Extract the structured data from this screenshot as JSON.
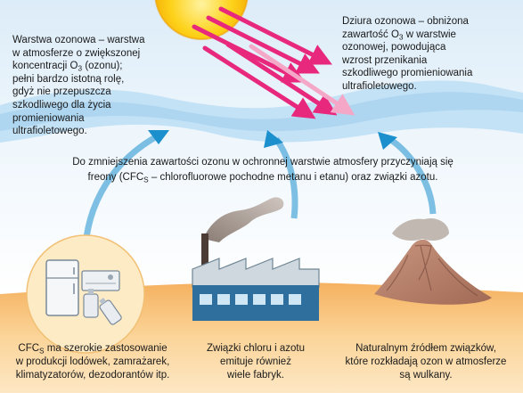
{
  "left_note": {
    "lines": [
      {
        "text": "Warstwa ozonowa – warstwa"
      },
      {
        "text": "w atmosferze o zwiększonej"
      },
      {
        "text": "koncentracji O",
        "sub": "3",
        "after": " (ozonu);"
      },
      {
        "text": "pełni bardzo istotną rolę,"
      },
      {
        "text": "gdyż nie przepuszcza"
      },
      {
        "text": "szkodliwego dla życia"
      },
      {
        "text": "promieniowania"
      },
      {
        "text": "ultrafioletowego."
      }
    ]
  },
  "right_note": {
    "lines": [
      {
        "text": "Dziura ozonowa – obniżona"
      },
      {
        "text": "zawartość O",
        "sub": "3",
        "after": " w warstwie"
      },
      {
        "text": "ozonowej, powodująca"
      },
      {
        "text": "wzrost przenikania"
      },
      {
        "text": "szkodliwego promieniowania"
      },
      {
        "text": "ultrafioletowego."
      }
    ]
  },
  "center_note": {
    "lines": [
      {
        "text": "Do zmniejszenia zawartości ozonu w ochronnej warstwie atmosfery przyczyniają się"
      },
      {
        "text": "freony (CFC",
        "sub": "S",
        "after": " – chlorofluorowe pochodne metanu i etanu) oraz związki azotu."
      }
    ]
  },
  "caption_left": {
    "lines": [
      {
        "text": "CFC",
        "sub": "S",
        "after": " ma szerokie zastosowanie"
      },
      {
        "text": "w produkcji lodówek, zamrażarek,"
      },
      {
        "text": "klimatyzatorów, dezodorantów itp."
      }
    ]
  },
  "caption_middle": {
    "lines": [
      {
        "text": "Związki chloru i azotu"
      },
      {
        "text": "emituje również"
      },
      {
        "text": "wiele fabryk."
      }
    ]
  },
  "caption_right": {
    "lines": [
      {
        "text": "Naturalnym źródłem związków,"
      },
      {
        "text": "które rozkładają ozon w atmosferze"
      },
      {
        "text": "są wulkany."
      }
    ]
  },
  "icons": [
    "sun-icon",
    "uv-ray-icon",
    "ozone-layer-band",
    "rising-arrow-icon",
    "fridge-icon",
    "aerosol-can-icon",
    "factory-icon",
    "smoke-plume-icon",
    "volcano-icon"
  ],
  "colors": {
    "sky_top": "#e4f0fa",
    "sky_bottom": "#ffffff",
    "ozone_band": "#b9dcf3",
    "sun": "#f6b400",
    "ray_strong": "#e8287c",
    "ray_faded": "#f4a7c6",
    "arrow": "#1c8fcd",
    "ground": "#f9c57f",
    "ground_dark": "#eea95c",
    "factory": "#2f6f9e",
    "smoke": "#9b8e86",
    "volcano": "#b4806a"
  }
}
